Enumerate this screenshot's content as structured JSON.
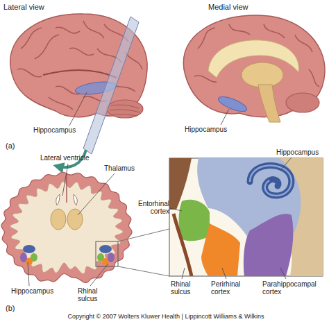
{
  "diagram": {
    "labels": [
      "Lateral view",
      "Medial view",
      "Hippocampus",
      "Hippocampus",
      "(a)",
      "Lateral ventricle",
      "Thalamus",
      "Hippocampus",
      "Entorhinal cortex",
      "Hippocampus",
      "Rhinal sulcus",
      "(b)",
      "Rhinal sulcus",
      "Perirhinal cortex",
      "Parahippocampal cortex",
      "Copyright © 2007 Wolters Kluwer Health | Lippincott Williams & Wilkins"
    ]
  }
}
